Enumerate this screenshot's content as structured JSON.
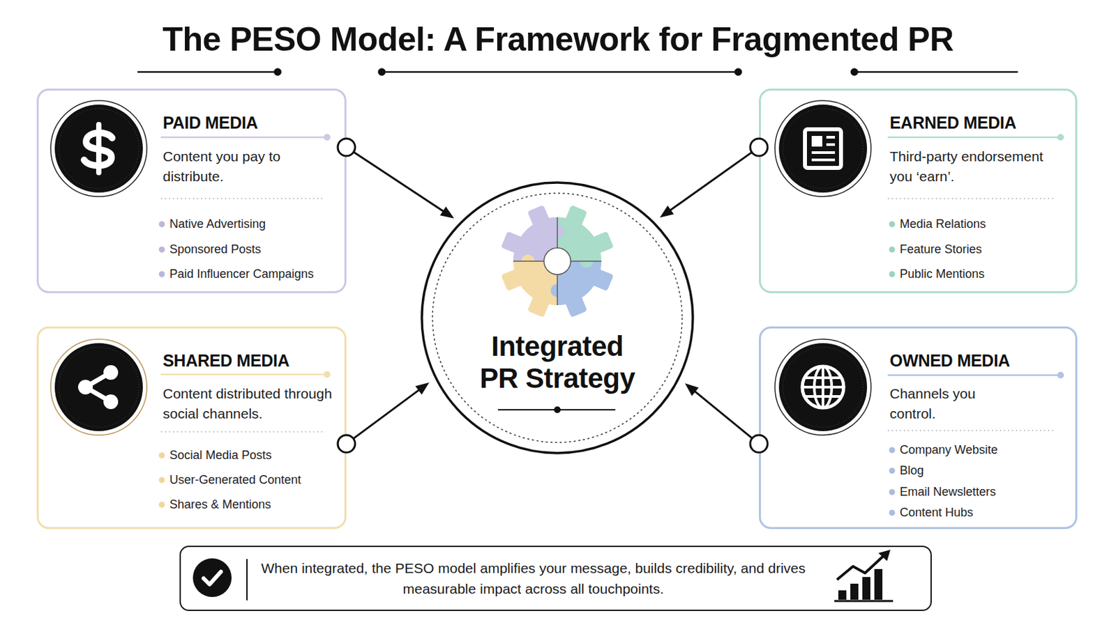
{
  "diagram": {
    "title": "The PESO Model: A Framework for Fragmented PR",
    "nodes": [
      {
        "text": [
          "PAID MEDIA",
          "Content you pay to distribute.",
          "Native Advertising",
          "Sponsored Posts",
          "Paid Influencer Campaigns"
        ]
      },
      {
        "text": [
          "EARNED MEDIA",
          "Third-party endorsement you ‘earn’.",
          "Media Relations",
          "Feature Stories",
          "Public Mentions"
        ]
      },
      {
        "text": [
          "Integrated PR Strategy"
        ]
      },
      {
        "text": [
          "SHARED MEDIA",
          "Content distributed through social channels.",
          "Social Media Posts",
          "User-Generated Content",
          "Shares & Mentions"
        ]
      },
      {
        "text": [
          "OWNED MEDIA",
          "Channels you control.",
          "Company Website",
          "Blog",
          "Email Newsletters",
          "Content Hubs"
        ]
      },
      {
        "text": [
          "When integrated, the PESO model amplifies your message, builds credibility, and drives measurable impact across all touchpoints."
        ]
      }
    ],
    "edges": [
      {
        "from": 0,
        "to": 2,
        "arrow": "to"
      },
      {
        "from": 1,
        "to": 2,
        "arrow": "to"
      },
      {
        "from": 3,
        "to": 2,
        "arrow": "to"
      },
      {
        "from": 4,
        "to": 2,
        "arrow": "to"
      }
    ]
  }
}
